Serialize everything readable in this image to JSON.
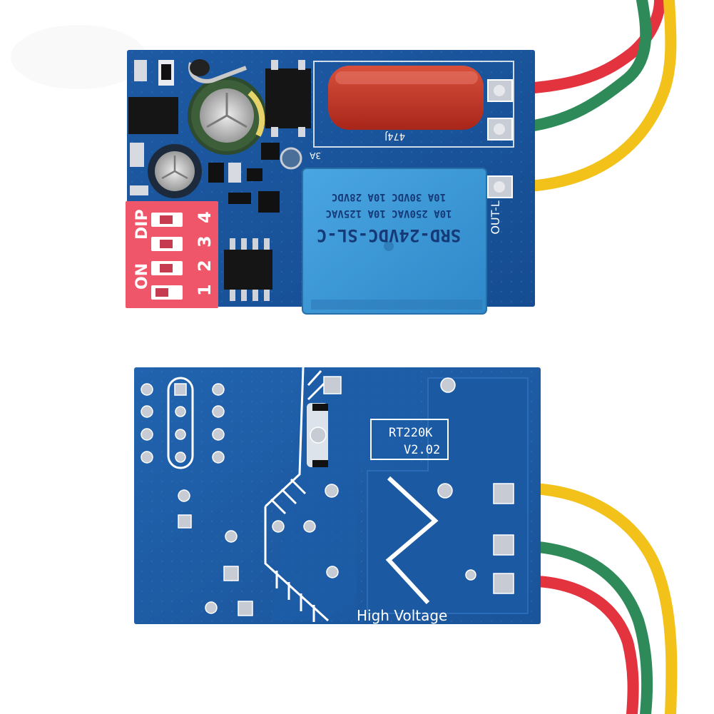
{
  "top_board": {
    "capacitor_label": "474J",
    "relay": {
      "model": "SRD-24VDC-SL-C",
      "rating_1": "10A 250VAC  10A 125VAC",
      "rating_2": "10A 30VDC  10A 28VDC"
    },
    "output_label": "OUT-L",
    "fuse_label": "3A",
    "dip_switch": {
      "on_label": "ON",
      "dip_label": "DIP",
      "numbers": [
        "1",
        "2",
        "3",
        "4"
      ]
    }
  },
  "bottom_board": {
    "model_label": "RT220K",
    "version_label": "V2.02",
    "warning_label": "High Voltage"
  },
  "colors": {
    "pcb": "#1f5ea8",
    "dip_switch": "#f0566a",
    "relay": "#3b9ad8",
    "capacitor": "#c8321f",
    "wire_red": "#e2333f",
    "wire_green": "#2f8a5a",
    "wire_yellow": "#f2c21b"
  }
}
